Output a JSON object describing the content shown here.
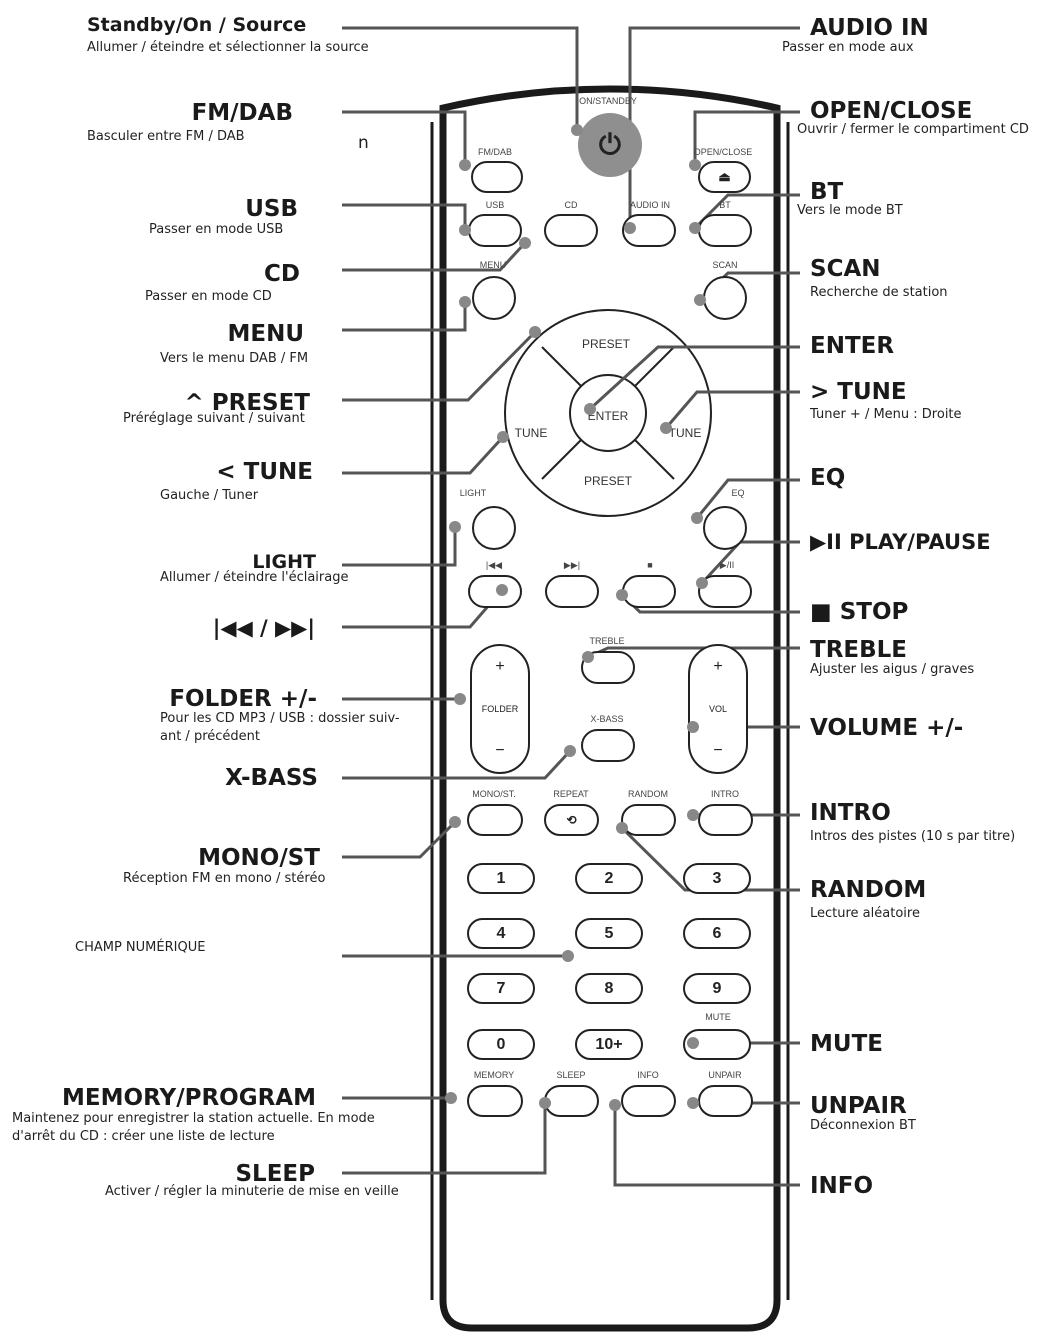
{
  "callouts": {
    "standby": {
      "title": "Standby/On / Source",
      "desc": "Allumer / éteindre et sélectionner la source"
    },
    "fm_dab": {
      "title": "FM/DAB",
      "desc": "Basculer entre FM / DAB"
    },
    "usb": {
      "title": "USB",
      "desc": "Passer en mode USB"
    },
    "cd": {
      "title": "CD",
      "desc": "Passer en mode CD"
    },
    "menu": {
      "title": "MENU",
      "desc": "Vers le menu DAB / FM"
    },
    "preset_up": {
      "title": "^ PRESET",
      "desc": "Préréglage suivant / suivant"
    },
    "tune_left": {
      "title": "< TUNE",
      "desc": "Gauche / Tuner"
    },
    "light": {
      "title": "LIGHT",
      "desc": "Allumer / éteindre l'éclairage"
    },
    "skip": {
      "title": "|◀◀ / ▶▶|"
    },
    "folder": {
      "title": "FOLDER +/-",
      "desc": "Pour les CD MP3 / USB : dossier suiv-",
      "desc2": "ant / précédent"
    },
    "xbass": {
      "title": "X-BASS"
    },
    "mono": {
      "title": "MONO/ST",
      "desc": "Réception FM en mono / stéréo"
    },
    "numeric": {
      "title": "CHAMP NUMÉRIQUE"
    },
    "memory": {
      "title": "MEMORY/PROGRAM",
      "desc": "Maintenez pour enregistrer la station actuelle. En mode",
      "desc2": "d'arrêt du CD : créer une liste de lecture"
    },
    "sleep": {
      "title": "SLEEP",
      "desc": "Activer / régler la minuterie de mise en veille"
    },
    "audio_in": {
      "title": "AUDIO IN",
      "desc": "Passer en mode aux"
    },
    "open_close": {
      "title": "OPEN/CLOSE",
      "desc": "Ouvrir / fermer le compartiment CD"
    },
    "bt": {
      "title": "BT",
      "desc": "Vers le mode BT"
    },
    "scan": {
      "title": "SCAN",
      "desc": "Recherche de station"
    },
    "enter": {
      "title": "ENTER"
    },
    "tune_right": {
      "title": "> TUNE",
      "desc": "Tuner + / Menu : Droite"
    },
    "eq": {
      "title": "EQ"
    },
    "play_pause": {
      "title": "▶II PLAY/PAUSE"
    },
    "stop": {
      "title": "■ STOP"
    },
    "treble": {
      "title": "TREBLE",
      "desc": "Ajuster les aigus / graves"
    },
    "volume": {
      "title": "VOLUME +/-"
    },
    "intro": {
      "title": "INTRO",
      "desc": "Intros des pistes (10 s par titre)"
    },
    "random": {
      "title": "RANDOM",
      "desc": "Lecture aléatoire"
    },
    "mute": {
      "title": "MUTE"
    },
    "unpair": {
      "title": "UNPAIR",
      "desc": "Déconnexion BT"
    },
    "info": {
      "title": "INFO"
    }
  },
  "remote": {
    "stray": "n",
    "labels": {
      "standby": "ON/STANDBY",
      "fmdab": "FM/DAB",
      "openclose": "OPEN/CLOSE",
      "usb": "USB",
      "cd": "CD",
      "audioin": "AUDIO IN",
      "bt": "BT",
      "menu": "MENU",
      "scan": "SCAN",
      "light": "LIGHT",
      "eq": "EQ",
      "prev": "|◀◀",
      "next": "▶▶|",
      "stop": "■",
      "play": "▶/II",
      "treble": "TREBLE",
      "folder": "FOLDER",
      "vol": "VOL",
      "xbass": "X-BASS",
      "mono": "MONO/ST.",
      "repeat": "REPEAT",
      "random": "RANDOM",
      "intro": "INTRO",
      "mute": "MUTE",
      "memory": "MEMORY",
      "sleep": "SLEEP",
      "info": "INFO",
      "unpair": "UNPAIR"
    },
    "dpad": {
      "up": "PRESET",
      "down": "PRESET",
      "left": "TUNE",
      "right": "TUNE",
      "center": "ENTER"
    },
    "digits": [
      "1",
      "2",
      "3",
      "4",
      "5",
      "6",
      "7",
      "8",
      "9",
      "0",
      "10+"
    ],
    "plus": "+",
    "minus": "−"
  }
}
